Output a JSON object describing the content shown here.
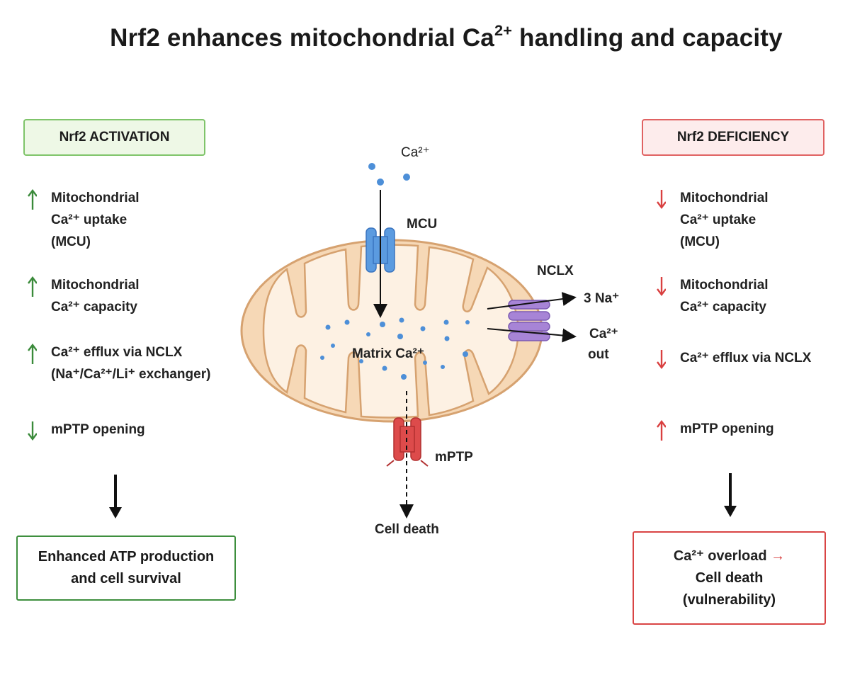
{
  "title": {
    "text": "Nrf2 enhances mitochondrial Ca",
    "sup": "2+",
    "tail": " handling and capacity"
  },
  "left": {
    "header": "Nrf2 ACTIVATION",
    "items": [
      {
        "direction": "up",
        "lines": [
          "Mitochondrial",
          "Ca²⁺ uptake",
          "(MCU)"
        ]
      },
      {
        "direction": "up",
        "lines": [
          "Mitochondrial",
          "Ca²⁺ capacity"
        ]
      },
      {
        "direction": "up",
        "lines": [
          "Ca²⁺ efflux via NCLX",
          "(Na⁺/Ca²⁺/Li⁺ exchanger)"
        ]
      },
      {
        "direction": "down",
        "lines": [
          "mPTP opening"
        ]
      }
    ],
    "outcome": [
      "Enhanced ATP production",
      "and cell survival"
    ]
  },
  "right": {
    "header": "Nrf2 DEFICIENCY",
    "items": [
      {
        "direction": "down",
        "lines": [
          "Mitochondrial",
          "Ca²⁺ uptake",
          "(MCU)"
        ]
      },
      {
        "direction": "down",
        "lines": [
          "Mitochondrial",
          "Ca²⁺ capacity"
        ]
      },
      {
        "direction": "down",
        "lines": [
          "Ca²⁺ efflux via NCLX"
        ]
      },
      {
        "direction": "up",
        "lines": [
          "mPTP opening"
        ]
      }
    ],
    "outcome": [
      "Ca²⁺ overload →",
      "Cell death",
      "(vulnerability)"
    ]
  },
  "center": {
    "ca_in": "Ca²⁺",
    "mcu": "MCU",
    "nclx": "NCLX",
    "na": "3 Na⁺",
    "ca_out_1": "Ca²⁺",
    "ca_out_2": "out",
    "matrix": "Matrix Ca²⁺",
    "mptp": "mPTP",
    "cell_death": "Cell death"
  },
  "colors": {
    "green": "#3a8a3a",
    "red": "#d94040",
    "mcu": "#5b9be0",
    "nclx": "#a784d6",
    "mptp": "#dd4b4b",
    "mito_fill": "#f7dcbc",
    "mito_stroke": "#d9a877"
  }
}
